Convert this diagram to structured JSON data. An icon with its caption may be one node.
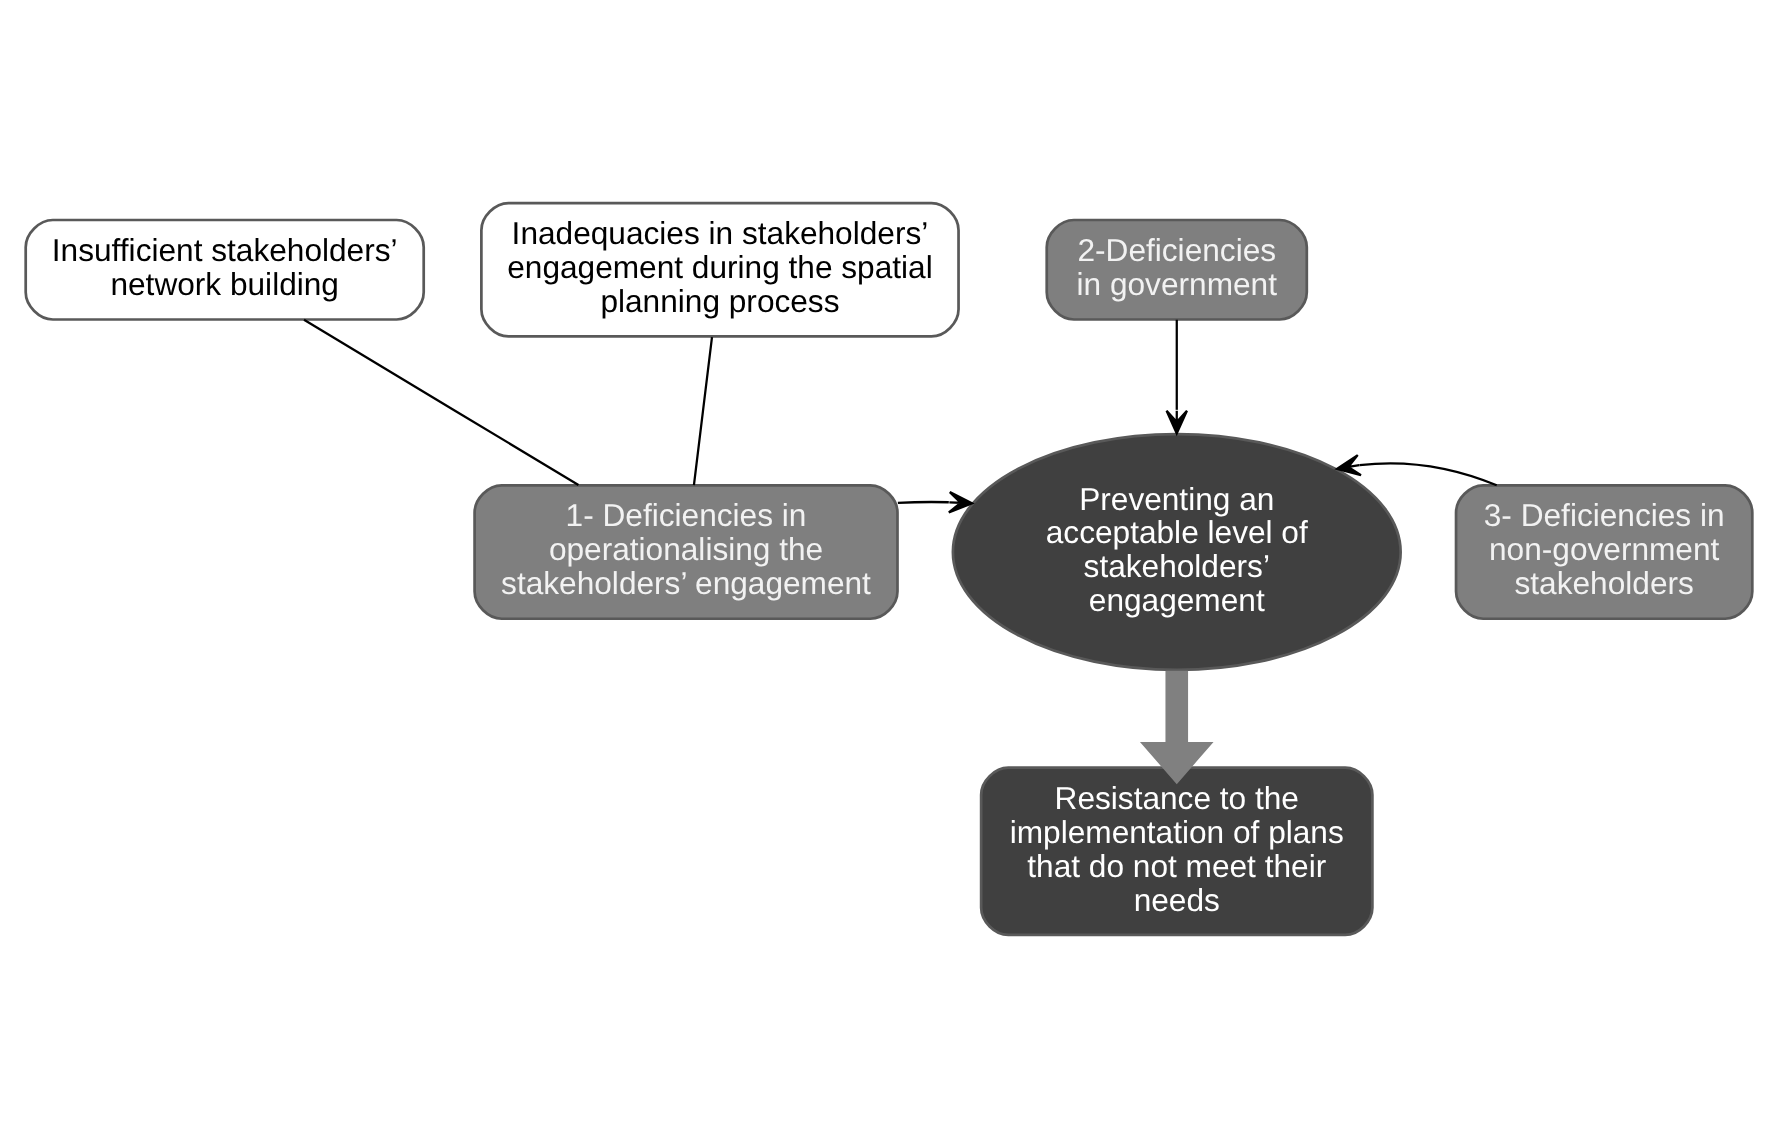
{
  "diagram": {
    "nodes": [
      {
        "text": [
          "Insufficient stakeholders’ network building"
        ]
      },
      {
        "text": [
          "Inadequacies in stakeholders’ engagement during the spatial planning process"
        ]
      },
      {
        "text": [
          "1- Deficiencies in operationalising the stakeholders’ engagement"
        ]
      },
      {
        "text": [
          "2-Deficiencies in government"
        ]
      },
      {
        "text": [
          "Preventing an acceptable level of stakeholders’ engagement"
        ]
      },
      {
        "text": [
          "3- Deficiencies in non-government stakeholders"
        ]
      },
      {
        "text": [
          "Resistance to the implementation of plans that do not meet their needs"
        ]
      }
    ],
    "edges": [
      {
        "from": 0,
        "to": 2,
        "arrow": "none"
      },
      {
        "from": 1,
        "to": 2,
        "arrow": "none"
      },
      {
        "from": 2,
        "to": 4,
        "arrow": "to"
      },
      {
        "from": 3,
        "to": 4,
        "arrow": "to"
      },
      {
        "from": 5,
        "to": 4,
        "arrow": "to"
      },
      {
        "from": 4,
        "to": 6,
        "arrow": "to",
        "style": "thick",
        "color": "#808080"
      }
    ]
  }
}
